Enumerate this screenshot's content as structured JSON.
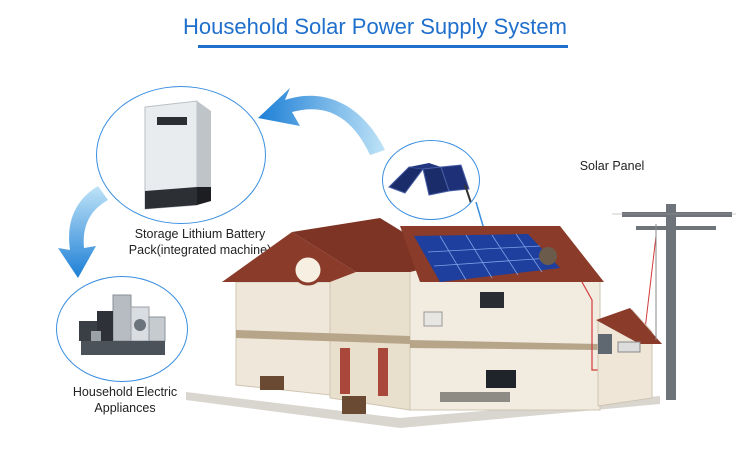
{
  "title": "Household Solar Power Supply System",
  "labels": {
    "battery_line1": "Storage Lithium Battery",
    "battery_line2": "Pack(integrated machine)",
    "appliances_line1": "Household Electric",
    "appliances_line2": "Appliances",
    "solar_panel": "Solar Panel"
  },
  "colors": {
    "title": "#1f6fcc",
    "arrow": "#4aa7e6",
    "circle_border": "#3b8fe0",
    "roof": "#8a3b2a",
    "panel": "#1e3f9e",
    "wire": "#d23a3a"
  },
  "icons": [
    "battery-inverter-unit",
    "portable-solar-panel",
    "appliance-group",
    "utility-pole",
    "house"
  ]
}
